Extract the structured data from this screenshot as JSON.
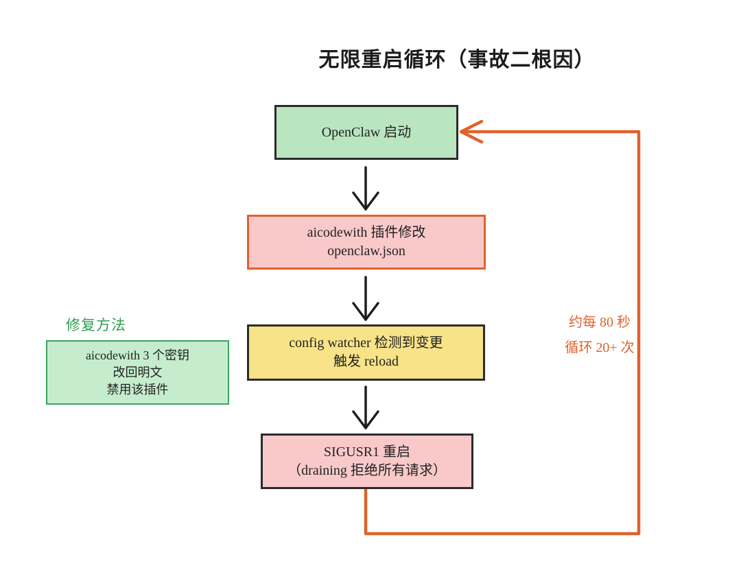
{
  "title": "无限重启循环（事故二根因）",
  "nodes": {
    "start": {
      "line1": "OpenClaw 启动"
    },
    "plugin": {
      "line1": "aicodewith 插件修改",
      "line2": "openclaw.json"
    },
    "watcher": {
      "line1": "config watcher 检测到变更",
      "line2": "触发 reload"
    },
    "restart": {
      "line1": "SIGUSR1 重启",
      "line2": "（draining 拒绝所有请求）"
    }
  },
  "fix": {
    "label": "修复方法",
    "line1": "aicodewith 3 个密钥",
    "line2": "改回明文",
    "line3": "禁用该插件"
  },
  "loop": {
    "line1": "约每 80 秒",
    "line2": "循环 20+ 次"
  },
  "colors": {
    "start_fill": "#b9e5bf",
    "dark_border": "#2b2b2b",
    "pink_fill": "#f9c9ca",
    "plugin_border": "#e0622b",
    "watcher_fill": "#f8e388",
    "fix_fill": "#c5edcd",
    "fix_border": "#3aa35e",
    "fix_label": "#2e9e50",
    "loop_orange": "#e0622b",
    "arrow_black": "#1e1e1e"
  }
}
